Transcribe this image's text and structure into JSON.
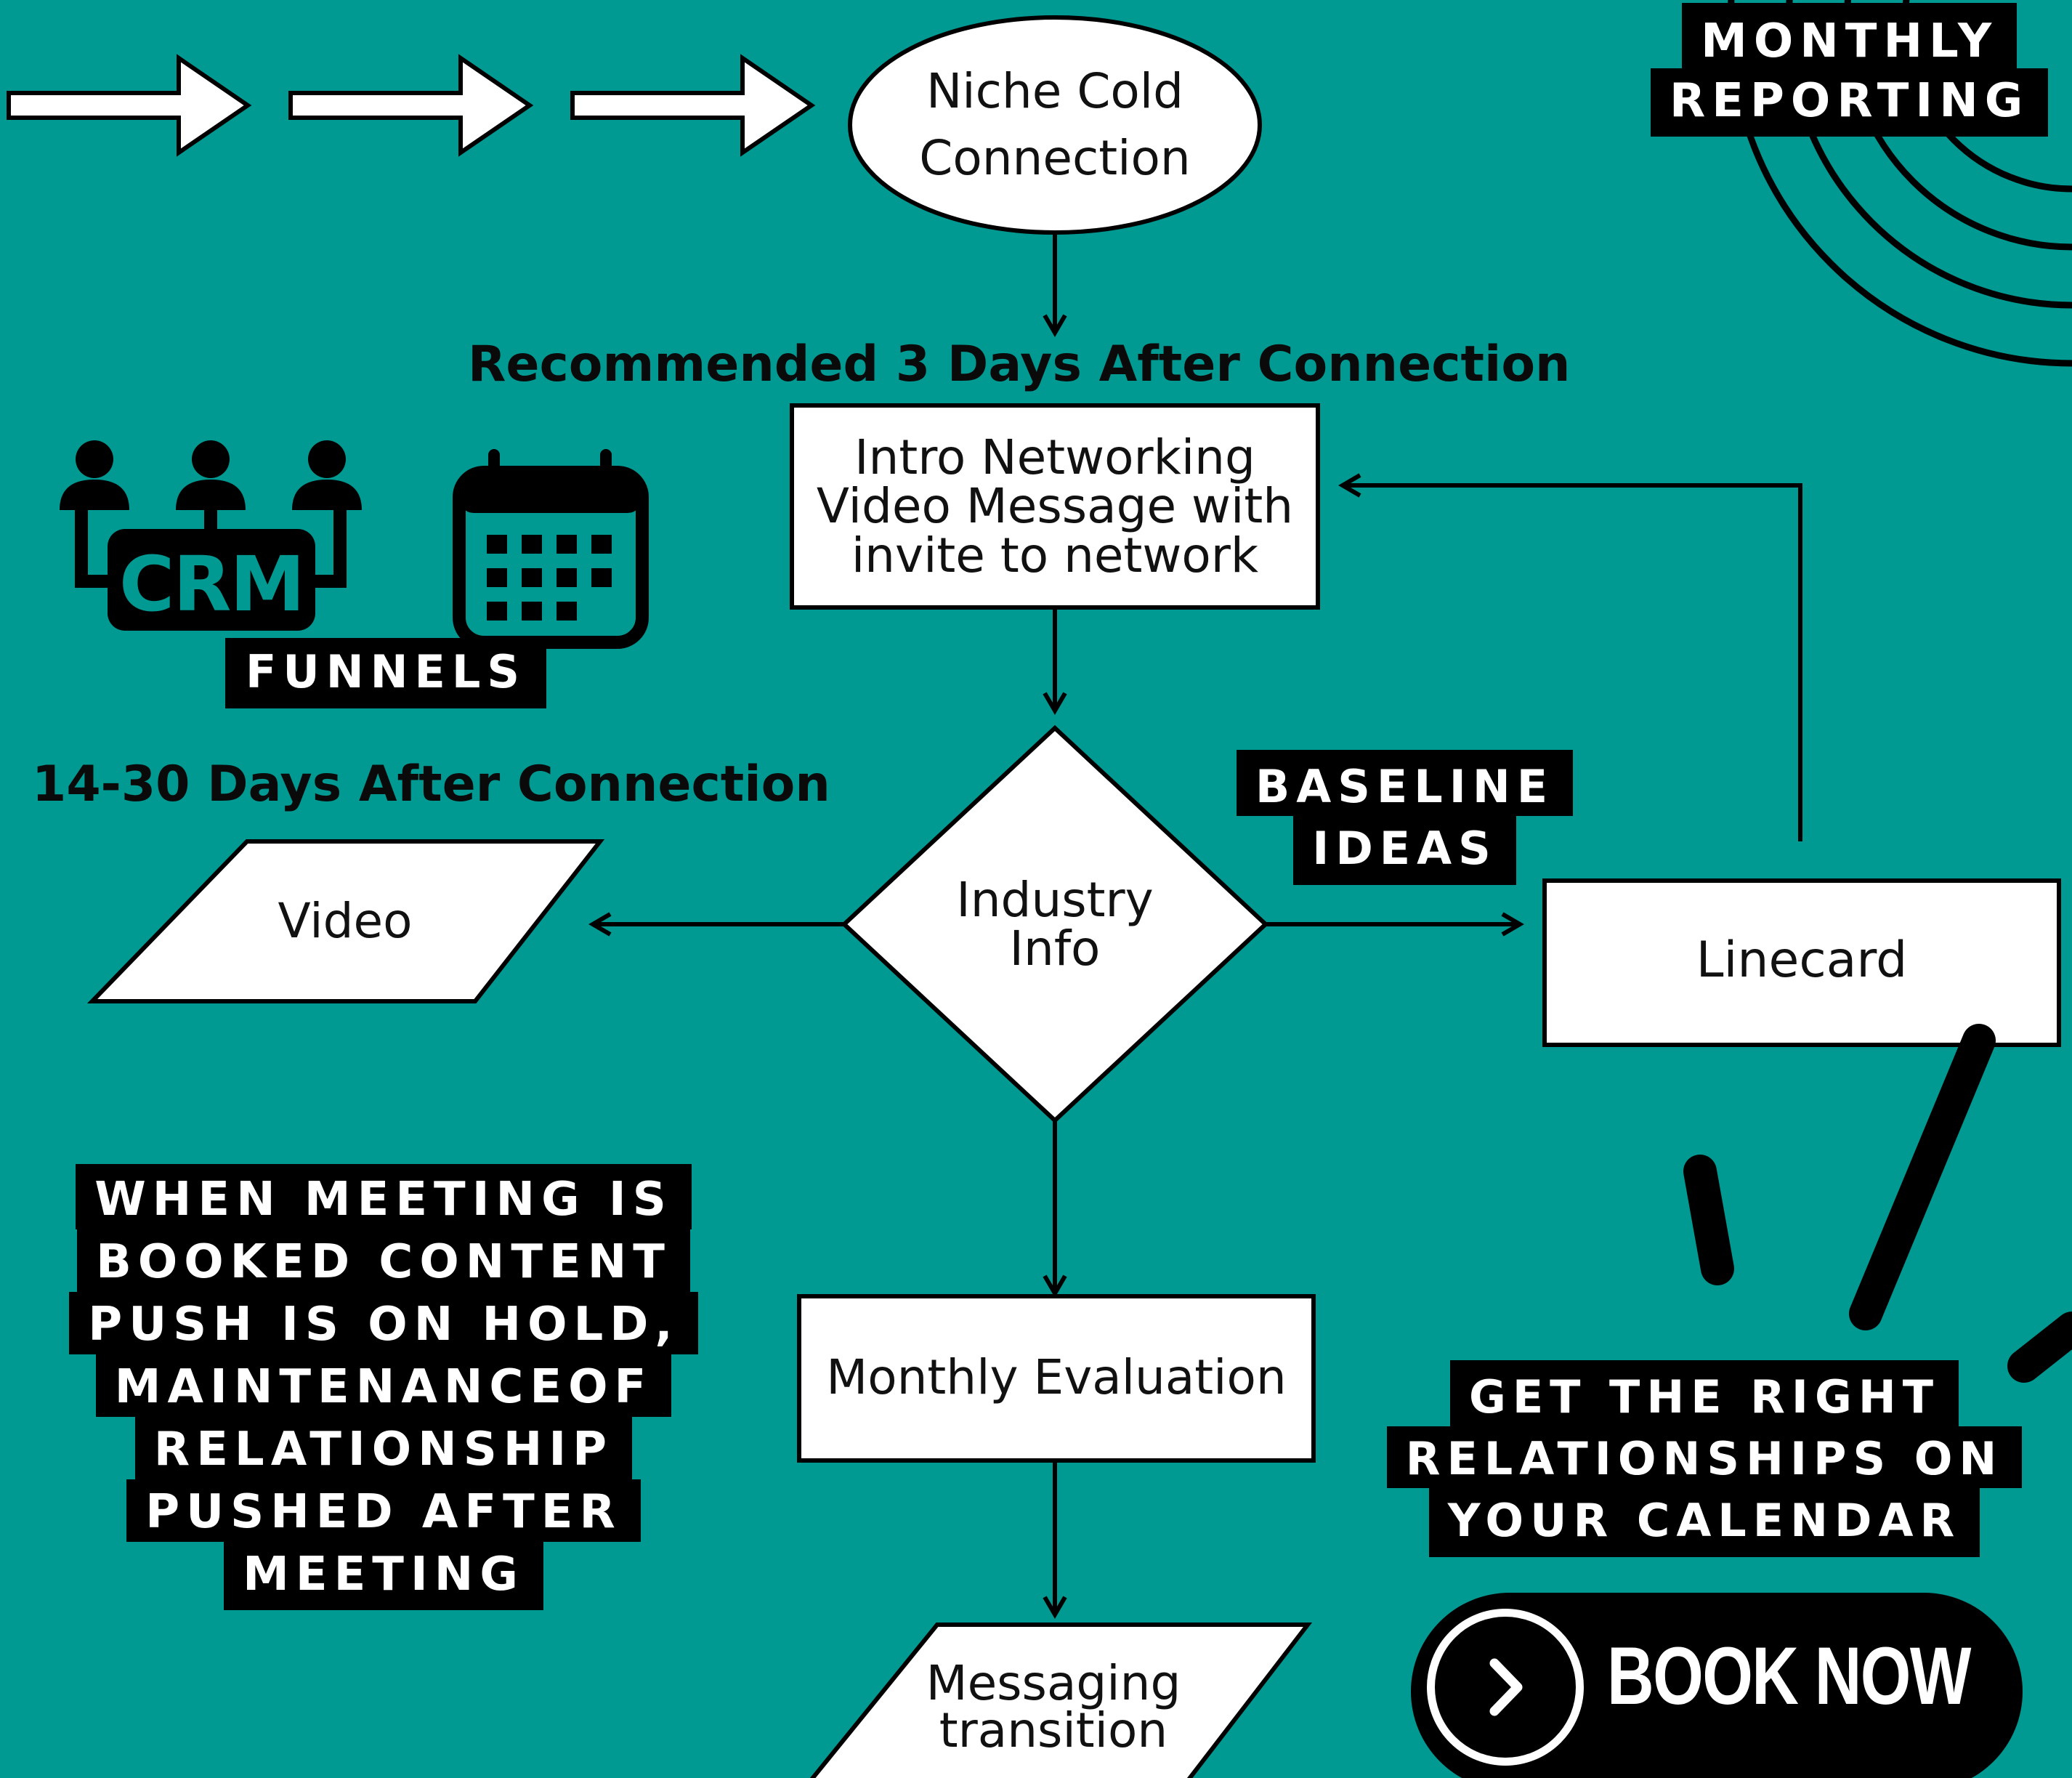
{
  "nodes": {
    "niche_cold_connection": "Niche Cold\nConnection",
    "intro_networking": "Intro Networking\nVideo Message with\ninvite to network",
    "industry_info": "Industry\nInfo",
    "video": "Video",
    "linecard": "Linecard",
    "monthly_evaluation": "Monthly Evaluation",
    "messaging_transition": "Messaging\ntransition"
  },
  "headings": {
    "recommended": "Recommended 3 Days After Connection",
    "days_14_30": "14-30 Days After Connection"
  },
  "labels": {
    "monthly_reporting": [
      "MONTHLY",
      "REPORTING"
    ],
    "funnels": [
      "FUNNELS"
    ],
    "baseline_ideas": [
      "BASELINE",
      "IDEAS"
    ],
    "meeting_note": [
      "WHEN MEETING IS",
      "BOOKED CONTENT",
      "PUSH IS ON HOLD,",
      "MAINTENANCEOF",
      "RELATIONSHIP",
      "PUSHED AFTER",
      "MEETING"
    ],
    "get_right": [
      "GET THE RIGHT",
      "RELATIONSHIPS ON",
      "YOUR CALENDAR"
    ]
  },
  "icon": {
    "crm_text": "CRM"
  },
  "cta": {
    "book_now": "BOOK NOW"
  },
  "colors": {
    "background": "#009a93",
    "ink": "#000000",
    "panel": "#ffffff"
  }
}
